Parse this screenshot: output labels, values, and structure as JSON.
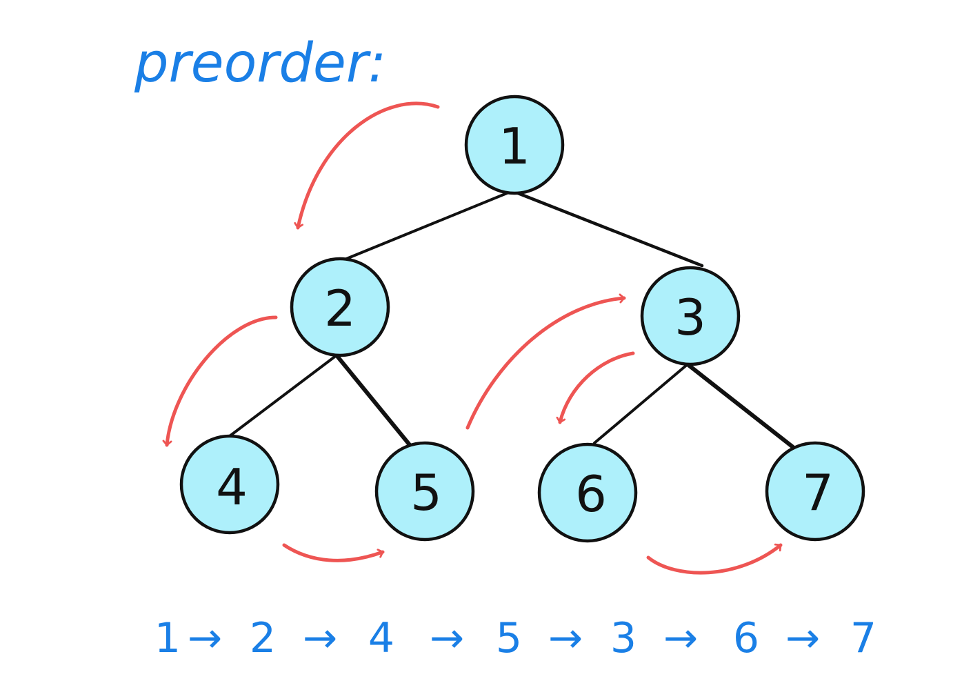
{
  "title": "preorder:",
  "colors": {
    "node_fill": "#aef0fb",
    "node_stroke": "#111111",
    "edge": "#111111",
    "arrow": "#ee5553",
    "text_blue": "#1a7fe6"
  },
  "tree": {
    "nodes": [
      {
        "id": "1",
        "label": "1"
      },
      {
        "id": "2",
        "label": "2"
      },
      {
        "id": "3",
        "label": "3"
      },
      {
        "id": "4",
        "label": "4"
      },
      {
        "id": "5",
        "label": "5"
      },
      {
        "id": "6",
        "label": "6"
      },
      {
        "id": "7",
        "label": "7"
      }
    ],
    "edges": [
      [
        "1",
        "2"
      ],
      [
        "1",
        "3"
      ],
      [
        "2",
        "4"
      ],
      [
        "2",
        "5"
      ],
      [
        "3",
        "6"
      ],
      [
        "3",
        "7"
      ]
    ]
  },
  "traversal": {
    "order": [
      "1",
      "2",
      "4",
      "5",
      "3",
      "6",
      "7"
    ],
    "separator": "→"
  }
}
